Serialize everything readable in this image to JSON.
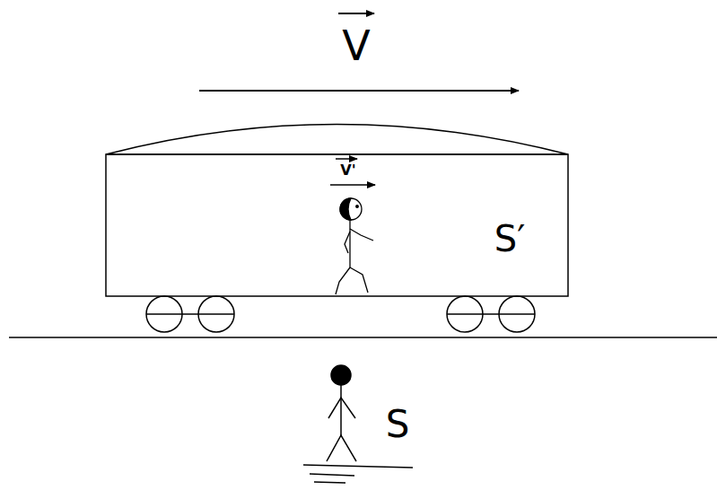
{
  "diagram": {
    "labels": [
      "V",
      "V'",
      "S′",
      "S"
    ]
  }
}
